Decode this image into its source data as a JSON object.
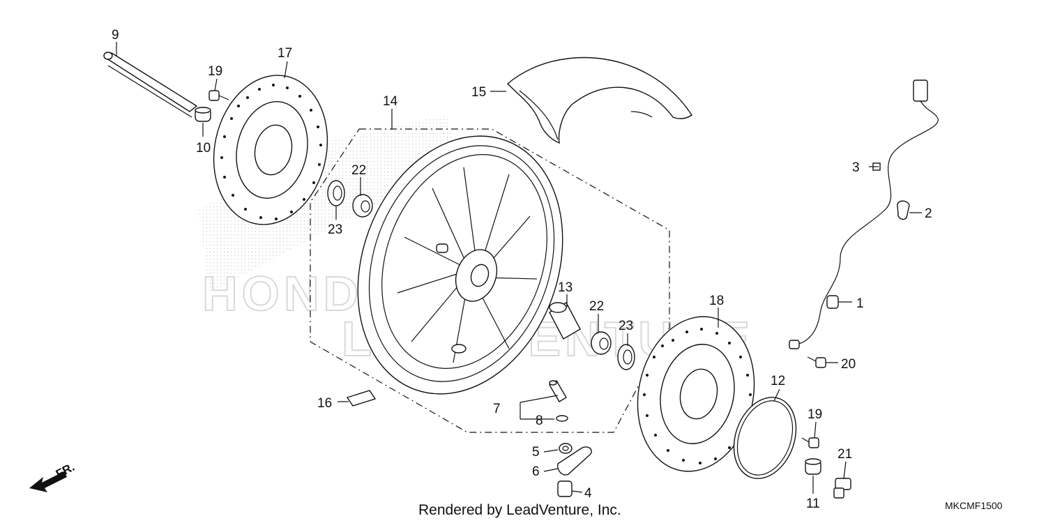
{
  "diagram": {
    "credit": "Rendered by LeadVenture, Inc.",
    "code": "MKCMF1500",
    "direction_label": "FR.",
    "callouts": {
      "p1": "1",
      "p2": "2",
      "p3": "3",
      "p4": "4",
      "p5": "5",
      "p6": "6",
      "p7": "7",
      "p8": "8",
      "p9": "9",
      "p10": "10",
      "p11": "11",
      "p12": "12",
      "p13": "13",
      "p14": "14",
      "p15": "15",
      "p16": "16",
      "p17": "17",
      "p18": "18",
      "p19a": "19",
      "p19b": "19",
      "p20": "20",
      "p21": "21",
      "p22a": "22",
      "p22b": "22",
      "p23a": "23",
      "p23b": "23"
    }
  }
}
